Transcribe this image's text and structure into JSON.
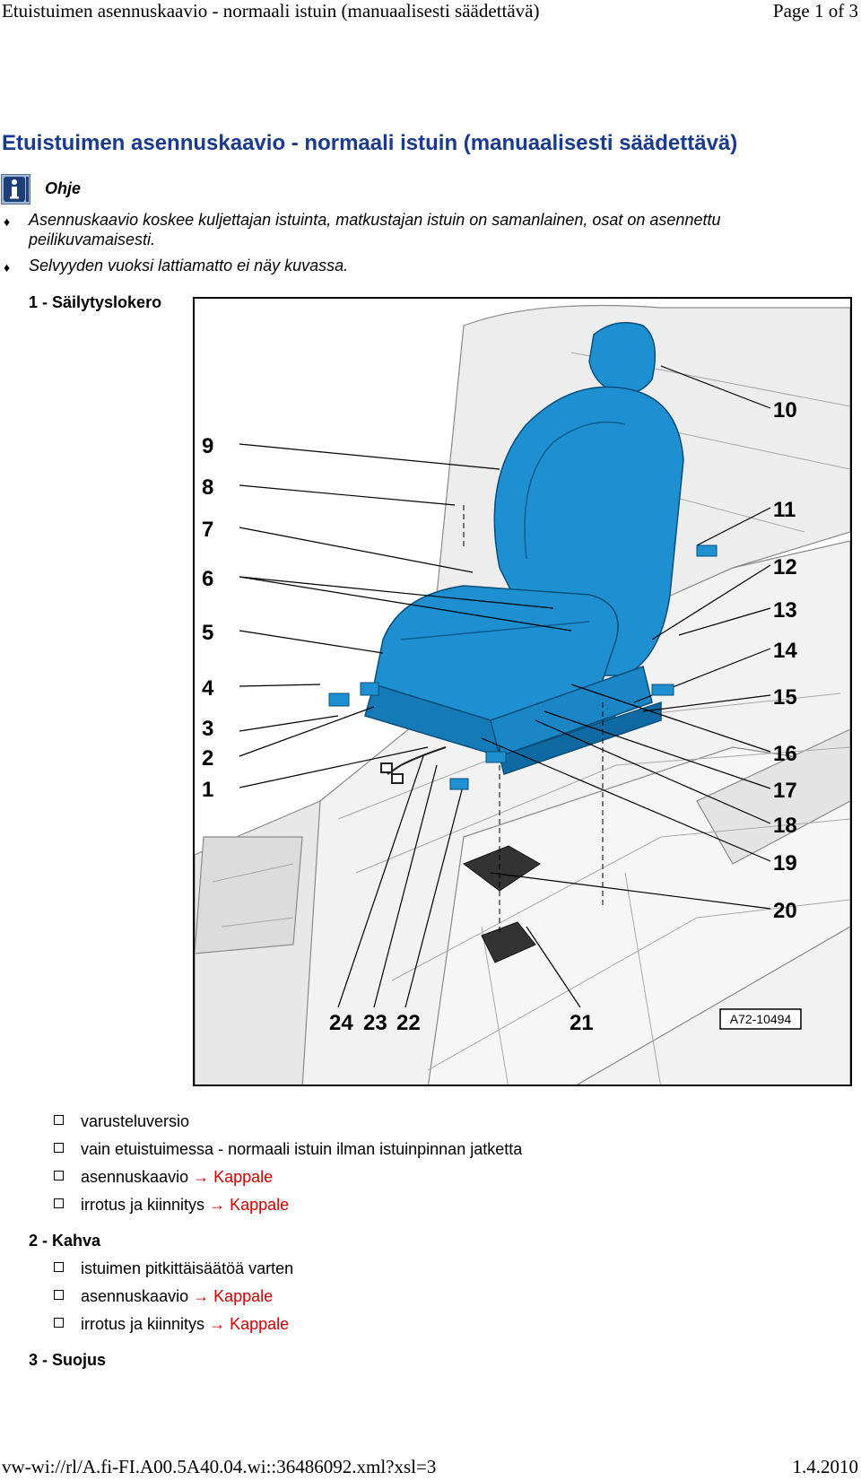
{
  "header": {
    "doc_title": "Etuistuimen asennuskaavio - normaali istuin (manuaalisesti säädettävä)",
    "page": "Page 1 of 3"
  },
  "title": "Etuistuimen asennuskaavio - normaali istuin (manuaalisesti säädettävä)",
  "note": {
    "icon": "info-icon",
    "label": "Ohje",
    "bullets": [
      "Asennuskaavio koskee kuljettajan istuinta, matkustajan istuin on samanlainen, osat on asennettu peilikuvamaisesti.",
      "Selvyyden vuoksi lattiamatto ei näy kuvassa."
    ]
  },
  "figure": {
    "code": "A72-10494",
    "callouts": [
      "1",
      "2",
      "3",
      "4",
      "5",
      "6",
      "7",
      "8",
      "9",
      "10",
      "11",
      "12",
      "13",
      "14",
      "15",
      "16",
      "17",
      "18",
      "19",
      "20",
      "21",
      "22",
      "23",
      "24"
    ]
  },
  "items": [
    {
      "heading": "1 - Säilytyslokero",
      "subitems": [
        {
          "text": "varusteluversio"
        },
        {
          "text": "vain etuistuimessa - normaali istuin ilman istuinpinnan jatketta"
        },
        {
          "text": "asennuskaavio",
          "arrow": "→",
          "link": "Kappale"
        },
        {
          "text": "irrotus ja kiinnitys",
          "arrow": "→",
          "link": "Kappale"
        }
      ]
    },
    {
      "heading": "2 - Kahva",
      "subitems": [
        {
          "text": "istuimen pitkittäisäätöä varten"
        },
        {
          "text": "asennuskaavio",
          "arrow": "→",
          "link": "Kappale"
        },
        {
          "text": "irrotus ja kiinnitys",
          "arrow": "→",
          "link": "Kappale"
        }
      ]
    },
    {
      "heading": "3 - Suojus",
      "subitems": []
    }
  ],
  "footer": {
    "url": "vw-wi://rl/A.fi-FI.A00.5A40.04.wi::36486092.xml?xsl=3",
    "date": "1.4.2010"
  },
  "colors": {
    "title": "#1a3a8c",
    "link": "#cc0000",
    "seat": "#1e8fd0"
  }
}
